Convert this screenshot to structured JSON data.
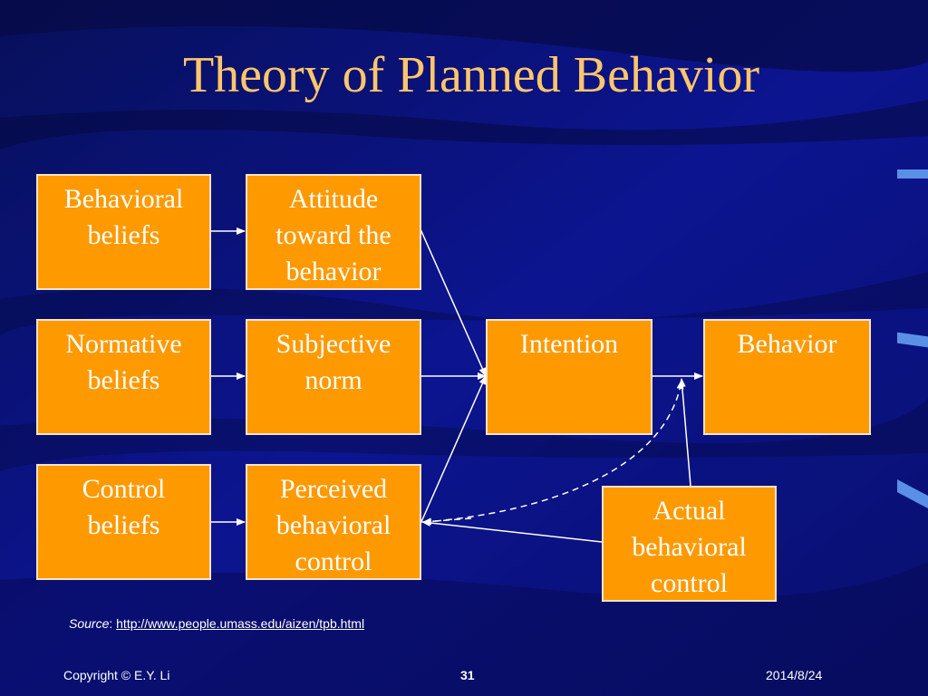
{
  "slide": {
    "title": "Theory of Planned Behavior",
    "background_color": "#0a0f7a",
    "title_color": "#ffc66b",
    "box_color": "#ff9900"
  },
  "diagram": {
    "boxes": {
      "behavioral_beliefs": "Behavioral\nbeliefs",
      "normative_beliefs": "Normative\nbeliefs",
      "control_beliefs": "Control\nbeliefs",
      "attitude": "Attitude\ntoward the\nbehavior",
      "subjective_norm": "Subjective\nnorm",
      "perceived_control": "Perceived\nbehavioral\ncontrol",
      "intention": "Intention",
      "behavior": "Behavior",
      "actual_control": "Actual\nbehavioral\ncontrol"
    }
  },
  "source": {
    "label": "Source",
    "separator": ": ",
    "url": "http://www.people.umass.edu/aizen/tpb.html"
  },
  "footer": {
    "copyright": "Copyright © E.Y. Li",
    "page_number": "31",
    "date": "2014/8/24"
  }
}
